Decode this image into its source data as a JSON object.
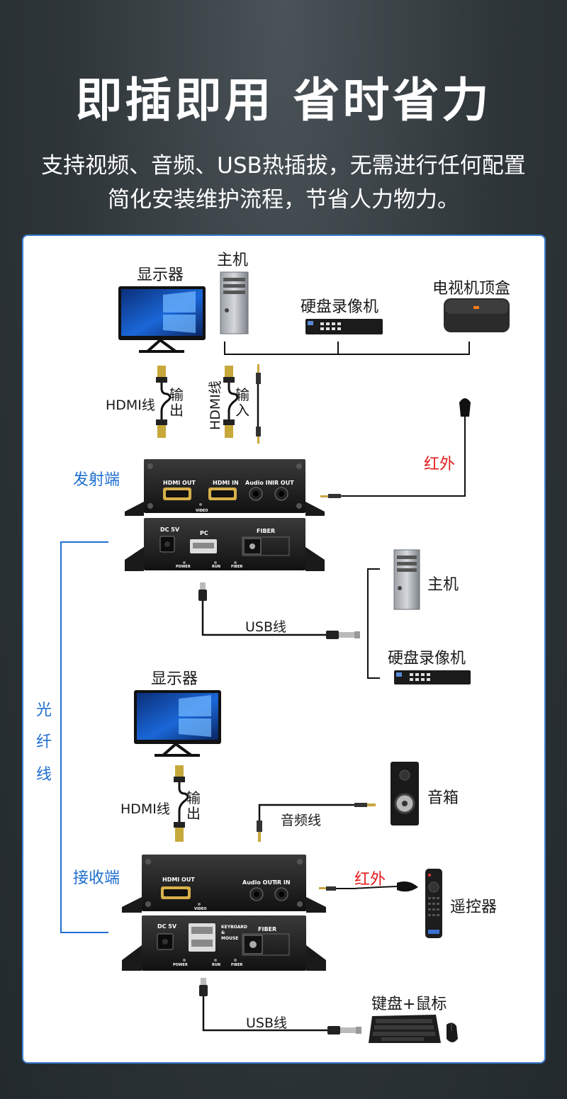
{
  "hero": {
    "title": "即插即用 省时省力",
    "subtitle_line1": "支持视频、音频、USB热插拔，无需进行任何配置",
    "subtitle_line2": "简化安装维护流程，节省人力物力。"
  },
  "diagram": {
    "top_devices": {
      "monitor": "显示器",
      "host": "主机",
      "dvr": "硬盘录像机",
      "settop": "电视机顶盒"
    },
    "tx_cables": {
      "hdmi_label": "HDMI线",
      "output_label": "输出",
      "hdmi_label_vertical": "HDMI线",
      "input_label": "输入"
    },
    "infrared_top": "红外",
    "transmitter_label": "发射端",
    "transmitter_ports": {
      "hdmi_out": "HDMI OUT",
      "hdmi_in": "HDMI IN",
      "audio_in": "Audio IN",
      "ir_out": "IR OUT",
      "video": "VIDEO",
      "dc": "DC 5V",
      "pc": "PC",
      "fiber": "FIBER",
      "power": "POWER",
      "run": "RUN",
      "fiber_led": "FIBER"
    },
    "tx_usb_label": "USB线",
    "right_group": {
      "host": "主机",
      "dvr": "硬盘录像机"
    },
    "fiber_label": [
      "光",
      "纤",
      "线"
    ],
    "rx_monitor": "显示器",
    "rx_cables": {
      "hdmi_label": "HDMI线",
      "output_label": "输出"
    },
    "speaker": "音箱",
    "audio_cable": "音频线",
    "receiver_label": "接收端",
    "infrared_bottom": "红外",
    "remote": "遥控器",
    "receiver_ports": {
      "hdmi_out": "HDMI OUT",
      "audio_out": "Audio OUT",
      "ir_in": "IR IN",
      "video": "VIDEO",
      "dc": "DC 5V",
      "keyboard": "KEYBOARD",
      "amp": "&",
      "mouse": "MOUSE",
      "fiber": "FIBER",
      "power": "POWER",
      "run": "RUN",
      "fiber_led": "FIBER"
    },
    "keyboard_mouse": "键盘+鼠标",
    "rx_usb_label": "USB线"
  },
  "colors": {
    "accent_blue": "#1f6fd0",
    "infrared_red": "#e41b1b",
    "panel_border": "#3b7fd1"
  }
}
